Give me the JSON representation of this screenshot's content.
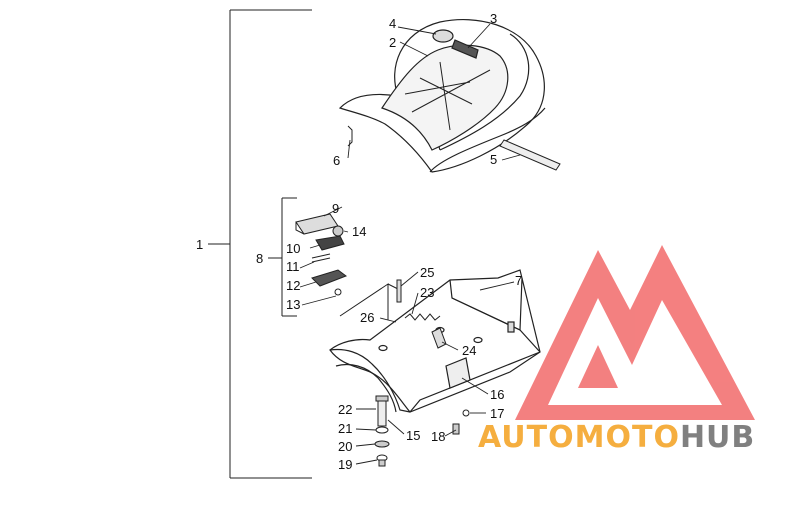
{
  "callouts": [
    "1",
    "2",
    "3",
    "4",
    "5",
    "6",
    "7",
    "8",
    "9",
    "10",
    "11",
    "12",
    "13",
    "14",
    "15",
    "16",
    "17",
    "18",
    "19",
    "20",
    "21",
    "22",
    "23",
    "24",
    "25",
    "26"
  ],
  "watermark": {
    "part1": "AUTO",
    "part2": "MOTO",
    "part3": "HUB",
    "color_auto": "#f4a11e",
    "color_moto": "#f4a11e",
    "color_hub": "#6b6b6b",
    "triangle_color": "#f26a6a"
  }
}
